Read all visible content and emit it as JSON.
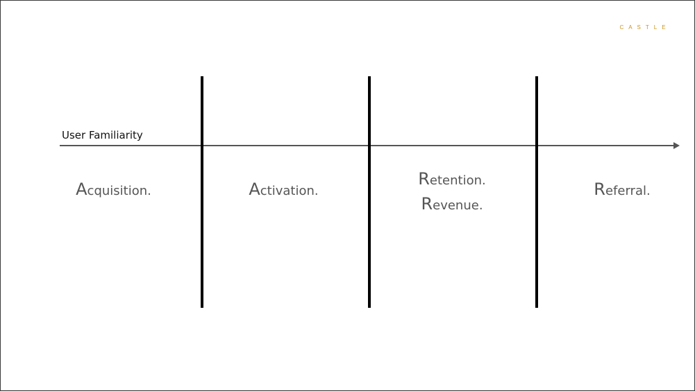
{
  "logo": {
    "text": "CASTLE",
    "color": "#c9941e"
  },
  "axis": {
    "label": "User Familiarity",
    "color": "#555555"
  },
  "stages": [
    {
      "initial": "A",
      "rest": "cquisition."
    },
    {
      "initial": "A",
      "rest": "ctivation."
    },
    {
      "initial": "R",
      "rest": "etention."
    },
    {
      "initial": "R",
      "rest": "evenue."
    },
    {
      "initial": "R",
      "rest": "eferral."
    }
  ],
  "colors": {
    "divider": "#000000",
    "stage_text": "#555555",
    "border": "#3a3a3a"
  }
}
